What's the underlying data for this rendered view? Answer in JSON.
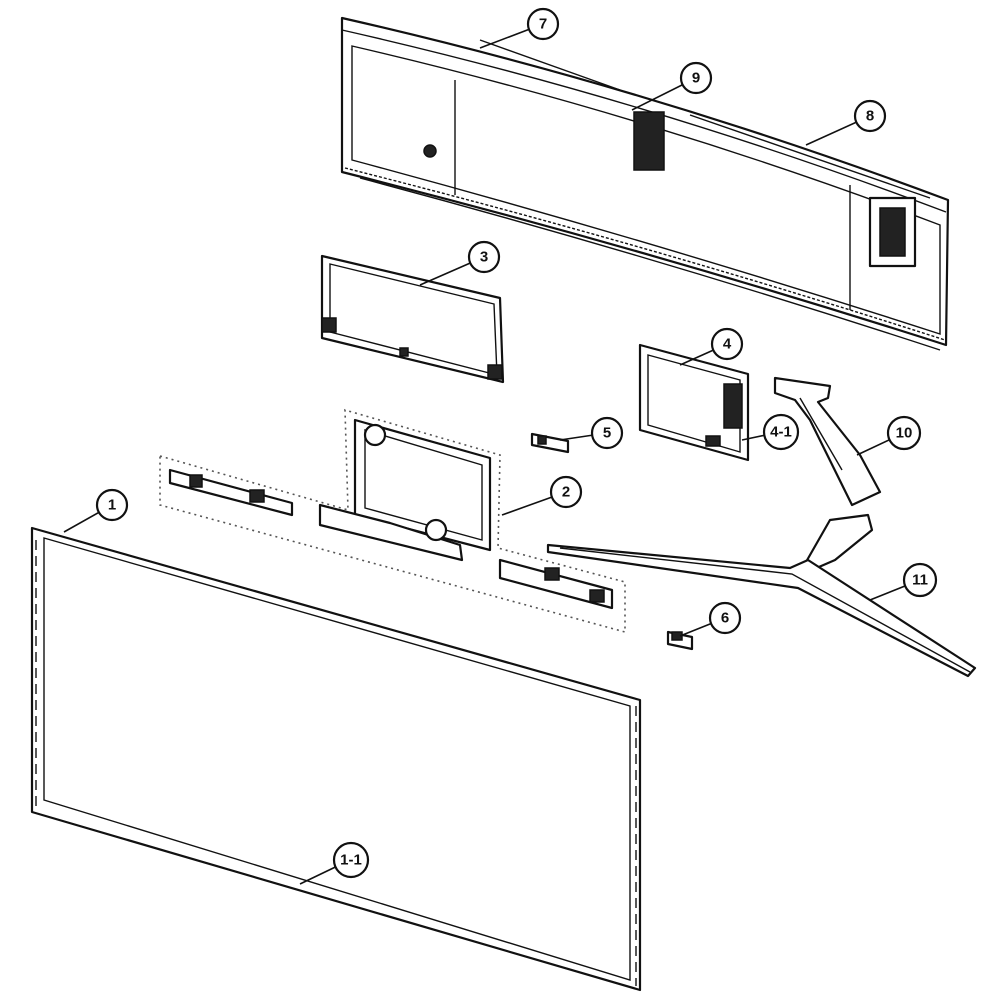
{
  "figure": {
    "callouts": [
      {
        "id": "1",
        "label": "1"
      },
      {
        "id": "1-1",
        "label": "1-1"
      },
      {
        "id": "2",
        "label": "2"
      },
      {
        "id": "3",
        "label": "3"
      },
      {
        "id": "4",
        "label": "4"
      },
      {
        "id": "4-1",
        "label": "4-1"
      },
      {
        "id": "5",
        "label": "5"
      },
      {
        "id": "6",
        "label": "6"
      },
      {
        "id": "7",
        "label": "7"
      },
      {
        "id": "8",
        "label": "8"
      },
      {
        "id": "9",
        "label": "9"
      },
      {
        "id": "10",
        "label": "10"
      },
      {
        "id": "11",
        "label": "11"
      }
    ]
  }
}
